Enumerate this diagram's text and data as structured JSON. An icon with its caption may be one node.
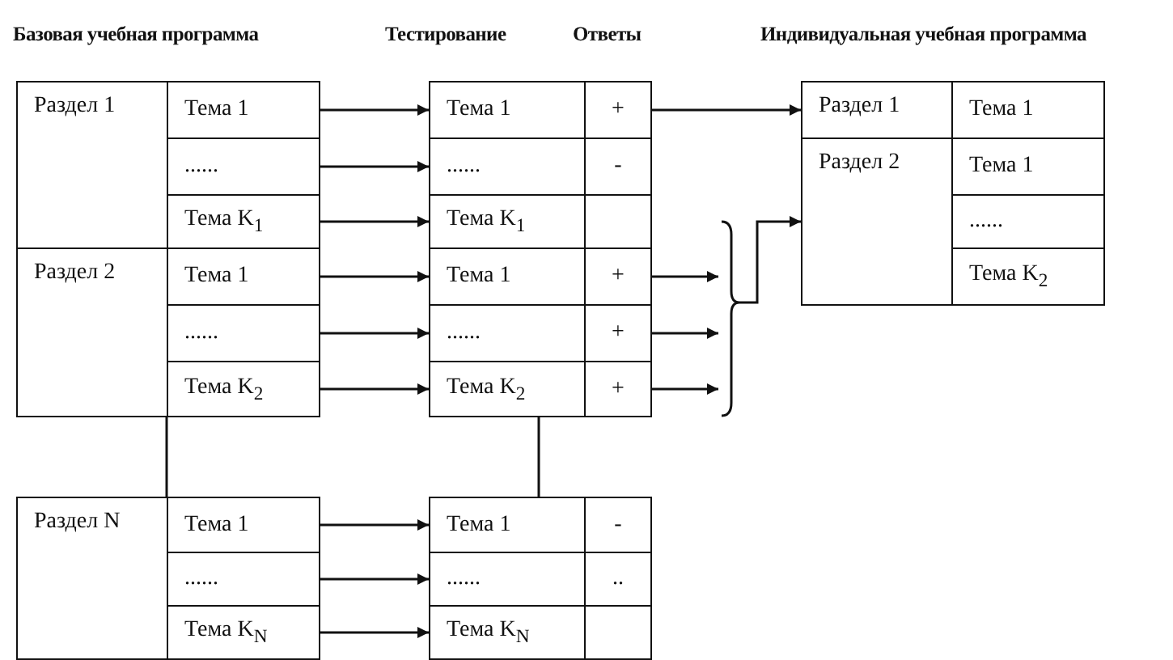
{
  "diagram": {
    "nodes": [
      {
        "text": [
          "Раздел 1"
        ]
      },
      {
        "text": [
          "Тема 1"
        ]
      },
      {
        "text": [
          "......"
        ]
      },
      {
        "text": [
          "Тема K$_{1}$"
        ]
      },
      {
        "text": [
          "Раздел 2"
        ]
      },
      {
        "text": [
          "Тема 1"
        ]
      },
      {
        "text": [
          "......"
        ]
      },
      {
        "text": [
          "Тема K$_{2}$"
        ]
      },
      {
        "text": [
          "Раздел N"
        ]
      },
      {
        "text": [
          "Тема 1"
        ]
      },
      {
        "text": [
          "......"
        ]
      },
      {
        "text": [
          "Тема K$_{N}$"
        ]
      },
      {
        "text": [
          "Тема 1"
        ]
      },
      {
        "text": [
          "+"
        ]
      },
      {
        "text": [
          "......"
        ]
      },
      {
        "text": [
          "-"
        ]
      },
      {
        "text": [
          "Тема K$_{1}$"
        ]
      },
      {
        "text": [],
        "shape": "box"
      },
      {
        "text": [
          "Тема 1"
        ]
      },
      {
        "text": [
          "+"
        ]
      },
      {
        "text": [
          "......"
        ]
      },
      {
        "text": [
          "+"
        ]
      },
      {
        "text": [
          "Тема K$_{2}$"
        ]
      },
      {
        "text": [
          "+"
        ]
      },
      {
        "text": [
          "Тема 1"
        ]
      },
      {
        "text": [
          "-"
        ]
      },
      {
        "text": [
          "......"
        ]
      },
      {
        "text": [
          ".."
        ]
      },
      {
        "text": [
          "Тема K$_{N}$"
        ]
      },
      {
        "text": [],
        "shape": "box"
      },
      {
        "text": [
          "Раздел 1"
        ]
      },
      {
        "text": [
          "Тема 1"
        ]
      },
      {
        "text": [
          "Раздел 2"
        ]
      },
      {
        "text": [
          "Тема 1"
        ]
      },
      {
        "text": [
          "......"
        ]
      },
      {
        "text": [
          "Тема K$_{2}$"
        ]
      }
    ],
    "edges": [
      {
        "from": 1,
        "to": 12,
        "arrow": "to"
      },
      {
        "from": 2,
        "to": 14,
        "arrow": "to"
      },
      {
        "from": 3,
        "to": 16,
        "arrow": "to"
      },
      {
        "from": 5,
        "to": 18,
        "arrow": "to"
      },
      {
        "from": 6,
        "to": 20,
        "arrow": "to"
      },
      {
        "from": 7,
        "to": 22,
        "arrow": "to"
      },
      {
        "from": 9,
        "to": 24,
        "arrow": "to"
      },
      {
        "from": 10,
        "to": 26,
        "arrow": "to"
      },
      {
        "from": 11,
        "to": 28,
        "arrow": "to"
      },
      {
        "from": 13,
        "to": 30,
        "arrow": "to"
      },
      {
        "from": 19,
        "to": null,
        "arrow": "to"
      },
      {
        "from": 21,
        "to": null,
        "arrow": "to"
      },
      {
        "from": 23,
        "to": null,
        "arrow": "to"
      },
      {
        "from": null,
        "to": 32,
        "arrow": "to"
      },
      {
        "from": 4,
        "to": 8,
        "arrow": "none"
      },
      {
        "from": 22,
        "to": 24,
        "arrow": "none"
      }
    ],
    "labels": [
      "Базовая учебная программа",
      "Тестирование",
      "Ответы",
      "Индивидуальная учебная программа"
    ]
  }
}
